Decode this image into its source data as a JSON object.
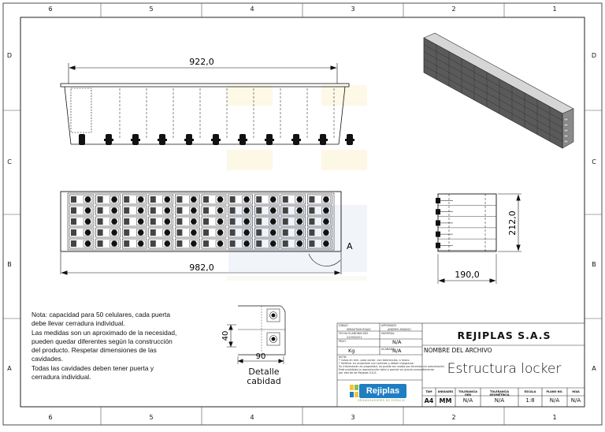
{
  "frame": {
    "columns": [
      "6",
      "5",
      "4",
      "3",
      "2",
      "1"
    ],
    "rows": [
      "D",
      "C",
      "B",
      "A"
    ]
  },
  "dimensions": {
    "top_width": "922,0",
    "front_width": "982,0",
    "side_height": "212,0",
    "side_depth": "190,0",
    "detail_height": "40",
    "detail_width": "90"
  },
  "callout": "A",
  "detail": {
    "line1": "Detalle",
    "line2": "cabidad"
  },
  "note_lines": [
    "Nota: capacidad para 50 celulares, cada puerta",
    "debe llevar cerradura individual.",
    "Las medidas son un aproximado de la necesidad,",
    "pueden quedar diferentes según la construcción",
    "del producto. Respetar dimensiones de las",
    "cavidades.",
    "Todas las cavidades deben tener puerta y",
    "cerradura individual."
  ],
  "title_block": {
    "drawn_label": "DIBUJÓ",
    "drawn_value": "SEBASTIAN ROJAS",
    "approved_label": "APROBADO",
    "approved_value": "ANDRES ARANGO",
    "date_label": "FECHA ELABORACIÓN",
    "date_value": "22/09/2021",
    "material_label": "MATERIAL",
    "material_value": "N/A",
    "weight_label": "PESO",
    "weight_value": "Kg",
    "finish_label": "ACABADO",
    "finish_value": "N/A",
    "notes_label": "NOTA:",
    "notes_lines": [
      "* Cotas en mm. para cortar, con tolerancias, a mano.",
      "* Verificar en ensamble con cortinas y deben integrarse.",
      "Su información es propiedad, no puede ser usada por terceros sin autorización.",
      "Está prohibida la reproducción total o parcial sin previo consentimiento",
      "por escrito de Rejiplas S.A.S."
    ],
    "company": "REJIPLAS S.A.S",
    "filename_label": "NOMBRE DEL ARCHIVO",
    "filename": "Estructura locker",
    "logo_text": "Rejiplas",
    "logo_tagline": "ORGANIZADORES DE ESPACIO",
    "table_headers": [
      "TAM",
      "UNIDADES",
      "TOLERANCIA GEN",
      "TOLERANCIA GEOMÉTRICA",
      "ESCALA",
      "PLANO NO.",
      "HOJA"
    ],
    "table_values": [
      "A4",
      "MM",
      "N/A",
      "N/A",
      "1:8",
      "N/A",
      "N/A"
    ]
  }
}
